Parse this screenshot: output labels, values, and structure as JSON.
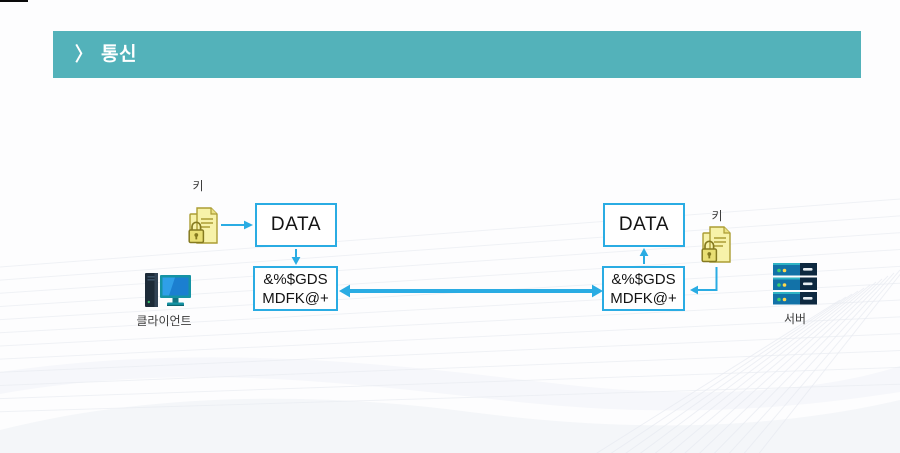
{
  "header": {
    "chevron": "〉",
    "title": "통신"
  },
  "colors": {
    "header_bar": "#53b2ba",
    "accent_blue": "#2aace3",
    "key_yellow": "#f7f2a9",
    "key_outline": "#a89a33"
  },
  "icons": {
    "header_chevron": "chevron-right-icon",
    "key": "key-lock-document-icon",
    "client_device": "desktop-computer-icon",
    "server_device": "server-rack-icon"
  },
  "diagram": {
    "client": {
      "key_label": "키",
      "data_box": "DATA",
      "cipher_box": {
        "line1": "&%$GDS",
        "line2": "MDFK@+"
      },
      "device_label": "클라이언트"
    },
    "server": {
      "key_label": "키",
      "data_box": "DATA",
      "cipher_box": {
        "line1": "&%$GDS",
        "line2": "MDFK@+"
      },
      "device_label": "서버"
    },
    "arrows": [
      {
        "name": "client-key-to-data",
        "direction": "right"
      },
      {
        "name": "client-data-to-cipher",
        "direction": "down"
      },
      {
        "name": "cipher-exchange",
        "direction": "both"
      },
      {
        "name": "server-cipher-to-data",
        "direction": "up"
      },
      {
        "name": "server-key-to-cipher",
        "direction": "left"
      }
    ]
  }
}
